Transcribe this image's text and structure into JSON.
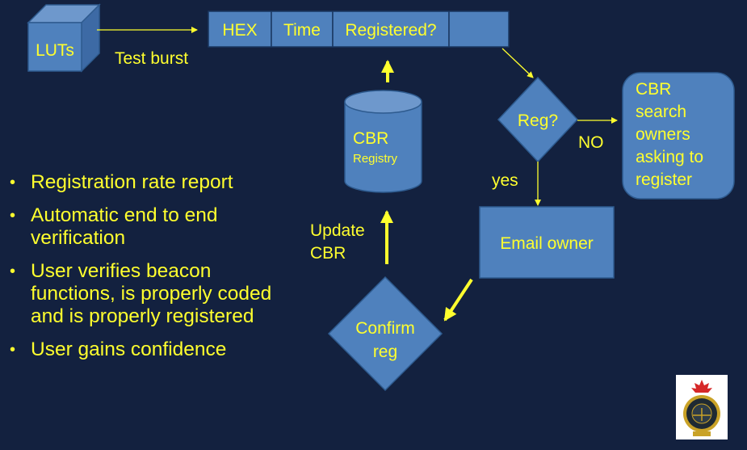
{
  "colors": {
    "background": "#13213f",
    "shape_fill": "#4f81bd",
    "shape_stroke": "#2e5b8f",
    "text": "#ffff2e"
  },
  "diagram": {
    "luts_label": "LUTs",
    "test_burst_label": "Test burst",
    "record_fields": [
      "HEX",
      "Time",
      "Registered?",
      ""
    ],
    "registry_title": "CBR",
    "registry_subtitle": "Registry",
    "decision_label": "Reg?",
    "no_label": "NO",
    "yes_label": "yes",
    "search_box_lines": [
      "CBR",
      "search",
      "owners",
      "asking to",
      "register"
    ],
    "email_label": "Email owner",
    "confirm_lines": [
      "Confirm",
      "reg"
    ],
    "update_lines": [
      "Update",
      "CBR"
    ]
  },
  "bullets": [
    "Registration rate report",
    "Automatic end to end verification",
    "User verifies beacon functions, is properly coded and is properly registered",
    "User gains confidence"
  ],
  "logo": {
    "icon": "canadian-sar-crest-icon"
  }
}
